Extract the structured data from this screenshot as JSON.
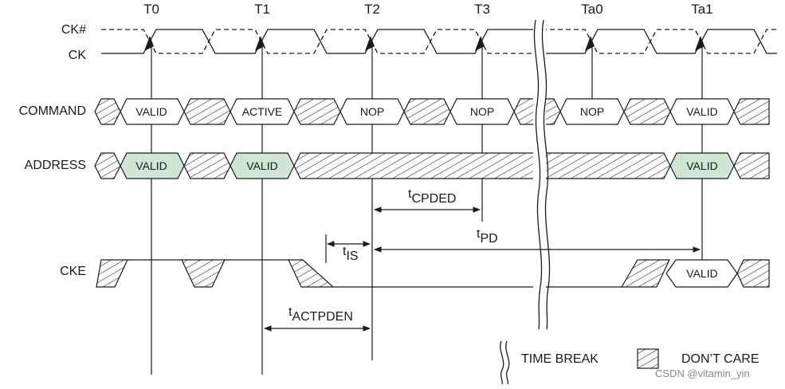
{
  "signals": {
    "ck_bar": "CK#",
    "ck": "CK",
    "command": "COMMAND",
    "address": "ADDRESS",
    "cke": "CKE"
  },
  "clock_edges": [
    "T0",
    "T1",
    "T2",
    "T3",
    "Ta0",
    "Ta1"
  ],
  "command_cells": [
    "VALID",
    "ACTIVE",
    "NOP",
    "NOP",
    "NOP",
    "VALID"
  ],
  "address_cells": [
    "VALID",
    "VALID",
    "VALID"
  ],
  "cke_cell": "VALID",
  "timing": {
    "t_cpded": {
      "t": "t",
      "sub": "CPDED"
    },
    "t_pd": {
      "t": "t",
      "sub": "PD"
    },
    "t_is": {
      "t": "t",
      "sub": "IS"
    },
    "t_actpden": {
      "t": "t",
      "sub": "ACTPDEN"
    }
  },
  "legend": {
    "time_break": "TIME BREAK",
    "dont_care": "DON’T CARE"
  },
  "watermark": "CSDN @vitamin_yin",
  "colors": {
    "valid_fill": "#cfe6d6",
    "ink": "#1a1a1a"
  }
}
